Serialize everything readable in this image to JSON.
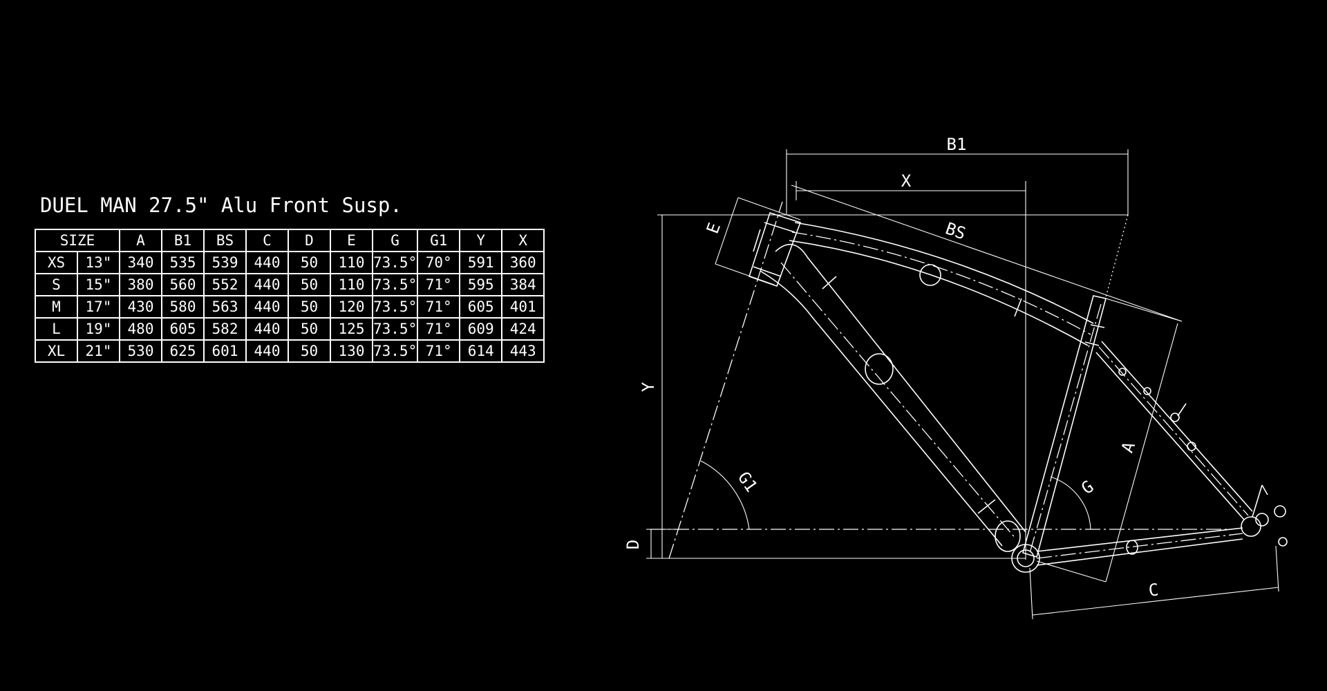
{
  "title": "DUEL MAN 27.5\" Alu Front Susp.",
  "table": {
    "size_header": "SIZE",
    "headers": [
      "A",
      "B1",
      "BS",
      "C",
      "D",
      "E",
      "G",
      "G1",
      "Y",
      "X"
    ],
    "rows": [
      {
        "size": "XS",
        "inch": "13\"",
        "values": [
          "340",
          "535",
          "539",
          "440",
          "50",
          "110",
          "73.5°",
          "70°",
          "591",
          "360"
        ]
      },
      {
        "size": "S",
        "inch": "15\"",
        "values": [
          "380",
          "560",
          "552",
          "440",
          "50",
          "110",
          "73.5°",
          "71°",
          "595",
          "384"
        ]
      },
      {
        "size": "M",
        "inch": "17\"",
        "values": [
          "430",
          "580",
          "563",
          "440",
          "50",
          "120",
          "73.5°",
          "71°",
          "605",
          "401"
        ]
      },
      {
        "size": "L",
        "inch": "19\"",
        "values": [
          "480",
          "605",
          "582",
          "440",
          "50",
          "125",
          "73.5°",
          "71°",
          "609",
          "424"
        ]
      },
      {
        "size": "XL",
        "inch": "21\"",
        "values": [
          "530",
          "625",
          "601",
          "440",
          "50",
          "130",
          "73.5°",
          "71°",
          "614",
          "443"
        ]
      }
    ]
  },
  "drawing": {
    "labels": {
      "b1": "B1",
      "x": "X",
      "bs": "BS",
      "e": "E",
      "y": "Y",
      "g1": "G1",
      "d": "D",
      "g": "G",
      "a": "A",
      "c": "C"
    }
  },
  "colors": {
    "background": "#000000",
    "lines": "#ffffff"
  }
}
